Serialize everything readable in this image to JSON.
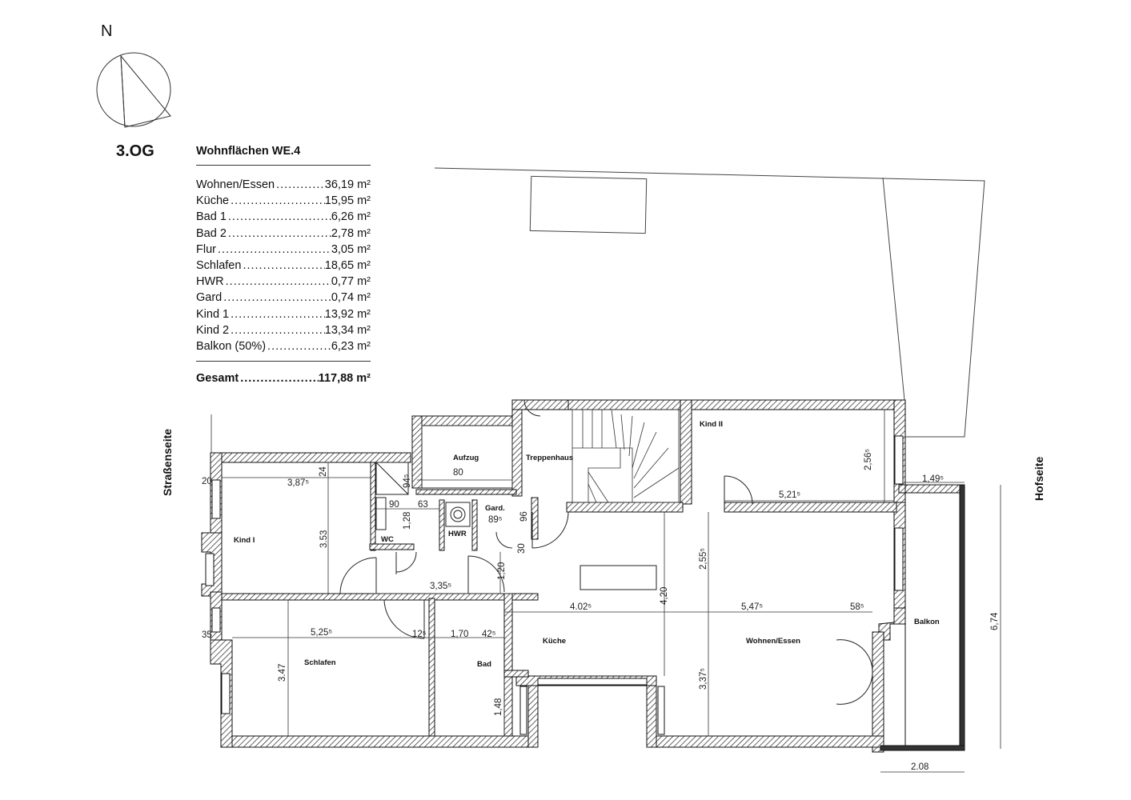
{
  "north_label": "N",
  "floor": "3.OG",
  "area_title": "Wohnflächen WE.4",
  "areas": [
    {
      "name": "Wohnen/Essen",
      "value": "36,19 m²"
    },
    {
      "name": "Küche",
      "value": "15,95 m²"
    },
    {
      "name": "Bad 1",
      "value": "6,26 m²"
    },
    {
      "name": "Bad 2",
      "value": "2,78 m²"
    },
    {
      "name": "Flur",
      "value": "3,05 m²"
    },
    {
      "name": "Schlafen",
      "value": "18,65 m²"
    },
    {
      "name": "HWR",
      "value": "0,77 m²"
    },
    {
      "name": "Gard",
      "value": "0,74 m²"
    },
    {
      "name": "Kind 1",
      "value": "13,92 m²"
    },
    {
      "name": "Kind 2",
      "value": "13,34 m²"
    },
    {
      "name": "Balkon (50%)",
      "value": "6,23 m²"
    }
  ],
  "total": {
    "name": "Gesamt",
    "value": "117,88 m²"
  },
  "side_left": "Straßenseite",
  "side_right": "Hofseite",
  "rooms": {
    "aufzug": "Aufzug",
    "treppenhaus": "Treppenhaus",
    "kind2": "Kind II",
    "kind1": "Kind I",
    "wc": "WC",
    "hwr": "HWR",
    "gard": "Gard.",
    "schlafen": "Schlafen",
    "bad": "Bad",
    "kueche": "Küche",
    "wohnen": "Wohnen/Essen",
    "balkon": "Balkon"
  },
  "dims": {
    "d387": "3,87⁵",
    "d24": "24",
    "d20": "20",
    "d94": "94⁵",
    "d80": "80",
    "d90": "90",
    "d63": "63",
    "d128": "1,28",
    "d353": "3.53",
    "d89": "89⁵",
    "d96": "96",
    "d30": "30",
    "d120": "1,20",
    "d335": "3,35⁵",
    "d256a": "2,56⁵",
    "d521": "5,21⁵",
    "d149": "1,49⁵",
    "d255": "2,55⁵",
    "d420": "4,20",
    "d402": "4.02⁵",
    "d547": "5,47⁵",
    "d58": "58⁵",
    "d35": "35",
    "d525": "5,25⁵",
    "d12": "12⁵",
    "d170": "1,70",
    "d42": "42⁵",
    "d347": "3.47",
    "d337": "3,37⁵",
    "d148": "1,48",
    "d674": "6,74",
    "d208": "2.08"
  }
}
